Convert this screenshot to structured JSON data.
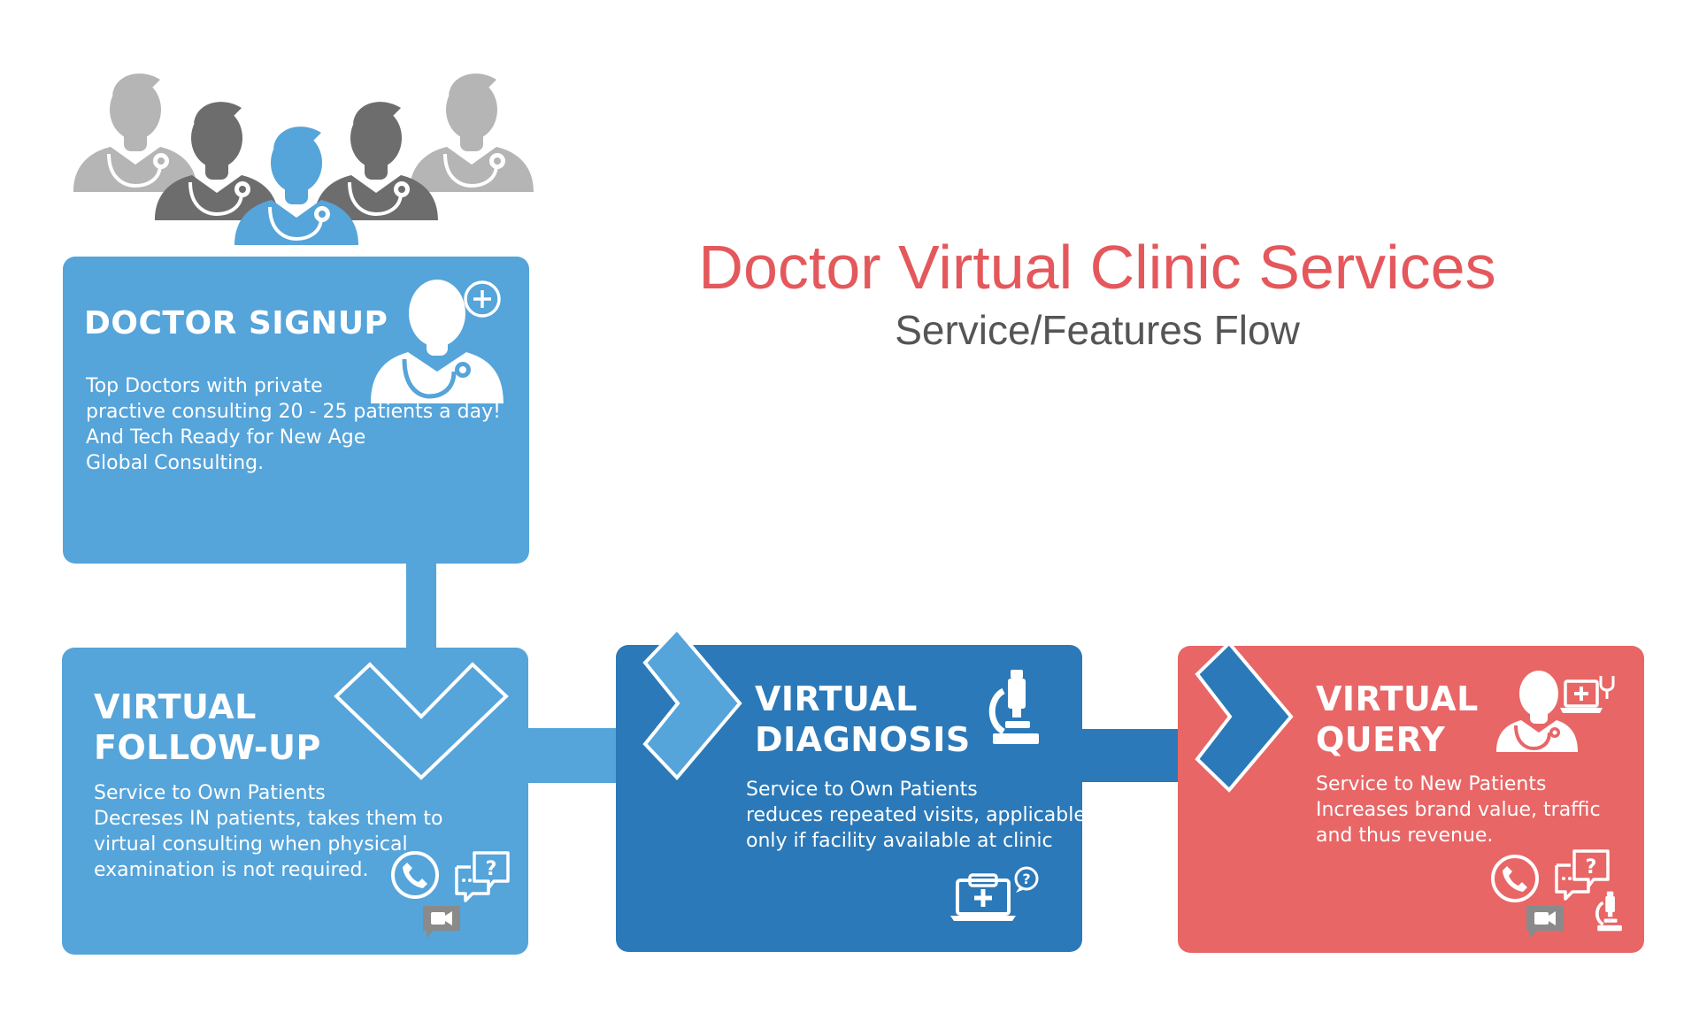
{
  "header": {
    "title": "Doctor Virtual Clinic Services",
    "subtitle": "Service/Features Flow"
  },
  "colors": {
    "title": "#e4585c",
    "subtitle": "#555555",
    "light_blue": "#55a4da",
    "dark_blue": "#2b79b8",
    "coral": "#e86666",
    "gray_light": "#b5b5b5",
    "gray_dark": "#6d6d6d",
    "icon_gray": "#8a8a8a"
  },
  "cards": {
    "signup": {
      "title": [
        "DOCTOR SIGNUP"
      ],
      "body": [
        "Top Doctors with private",
        "practive consulting 20 - 25 patients a day!",
        "And Tech Ready for New Age",
        "Global Consulting."
      ],
      "icons": [
        "doctor-plus-icon"
      ]
    },
    "followup": {
      "title": [
        "VIRTUAL",
        "FOLLOW-UP"
      ],
      "body": [
        "Service to Own Patients",
        "Decreses IN patients, takes them to",
        "virtual consulting when physical",
        "examination is not required."
      ],
      "icons": [
        "phone-call-icon",
        "chat-question-icon",
        "video-camera-icon"
      ]
    },
    "diagnosis": {
      "title": [
        "VIRTUAL",
        "DIAGNOSIS"
      ],
      "body": [
        "Service to Own Patients",
        "reduces repeated visits, applicable",
        "only if facility available at clinic"
      ],
      "icons": [
        "microscope-icon",
        "laptop-medical-icon"
      ]
    },
    "query": {
      "title": [
        "VIRTUAL",
        "QUERY"
      ],
      "body": [
        "Service to New Patients",
        "Increases brand value, traffic",
        "and thus revenue."
      ],
      "icons": [
        "doctor-laptop-icon",
        "phone-call-icon",
        "chat-question-icon",
        "video-camera-icon",
        "microscope-icon"
      ]
    }
  },
  "illustration": [
    "doctor-group-icon"
  ]
}
